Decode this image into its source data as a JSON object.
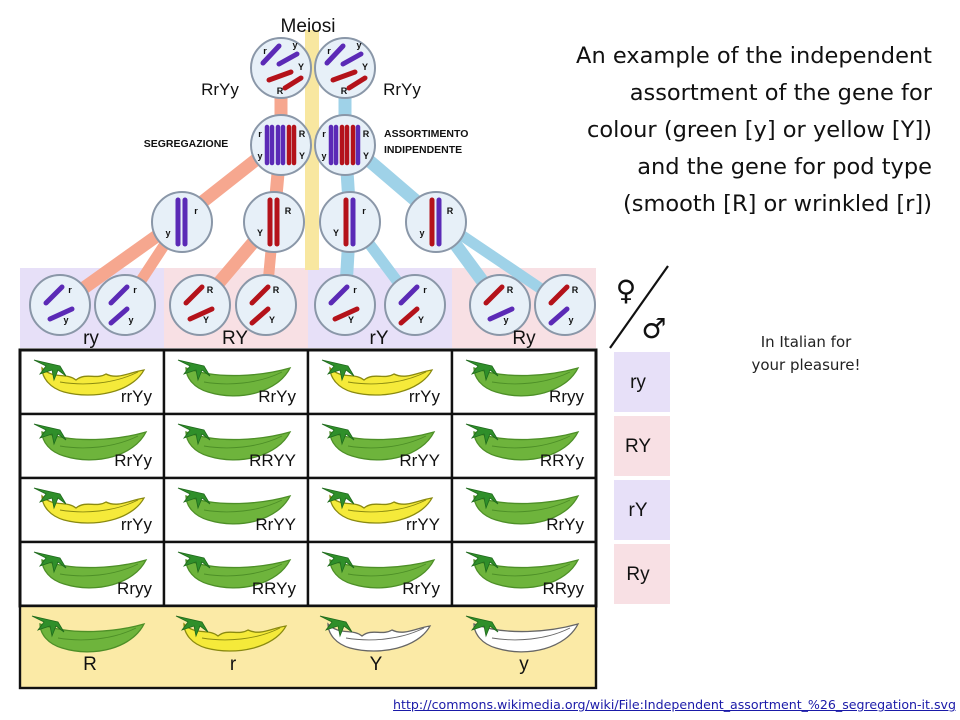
{
  "caption": {
    "lines": [
      "An example of the independent",
      "assortment of the gene for",
      "colour (green [y] or yellow [Y])",
      "and the gene for pod type",
      "(smooth [R] or wrinkled [r])"
    ]
  },
  "note": {
    "lines": [
      "In Italian for",
      "your pleasure!"
    ]
  },
  "source_link": "http://commons.wikimedia.org/wiki/File:Independent_assortment_%26_segregation-it.svg",
  "diagram": {
    "meiosis_label": "Meiosi",
    "parent_genotypes": [
      "RrYy",
      "RrYy"
    ],
    "segregation_label": "SEGREGAZIONE",
    "assortment_label": [
      "ASSORTIMENTO",
      "INDIPENDENTE"
    ],
    "cell_allele_labels": {
      "parent_left": [
        "r",
        "y",
        "Y",
        "R"
      ],
      "parent_right": [
        "r",
        "y",
        "Y",
        "R"
      ],
      "pair_left": [
        "r",
        "R",
        "y",
        "Y"
      ],
      "pair_right": [
        "r",
        "R",
        "y",
        "Y"
      ],
      "division_2": [
        [
          "r",
          "y"
        ],
        [
          "R",
          "Y"
        ],
        [
          "r",
          "Y"
        ],
        [
          "R",
          "y"
        ]
      ],
      "gametes": [
        [
          "r",
          "y"
        ],
        [
          "r",
          "y"
        ],
        [
          "R",
          "Y"
        ],
        [
          "R",
          "Y"
        ],
        [
          "r",
          "Y"
        ],
        [
          "r",
          "Y"
        ],
        [
          "R",
          "y"
        ],
        [
          "R",
          "y"
        ]
      ]
    },
    "female_symbol": "♀",
    "male_symbol": "♂",
    "gamete_columns": [
      "ry",
      "RY",
      "rY",
      "Ry"
    ],
    "gamete_rows": [
      "ry",
      "RY",
      "rY",
      "Ry"
    ],
    "grid_genotypes": [
      [
        "rrYy",
        "RrYy",
        "rrYy",
        "Rryy"
      ],
      [
        "RrYy",
        "RRYY",
        "RrYY",
        "RRYy"
      ],
      [
        "rrYy",
        "RrYY",
        "rrYY",
        "RrYy"
      ],
      [
        "Rryy",
        "RRYy",
        "RrYy",
        "RRyy"
      ]
    ],
    "grid_pod_colors": [
      [
        "yellow",
        "green",
        "yellow",
        "green"
      ],
      [
        "green",
        "green",
        "green",
        "green"
      ],
      [
        "yellow",
        "green",
        "yellow",
        "green"
      ],
      [
        "green",
        "green",
        "green",
        "green"
      ]
    ],
    "legend": [
      {
        "label": "R",
        "color": "green",
        "shape": "smooth"
      },
      {
        "label": "r",
        "color": "yellow",
        "shape": "wrinkled"
      },
      {
        "label": "Y",
        "color": "white",
        "shape": "wrinkled"
      },
      {
        "label": "y",
        "color": "white",
        "shape": "smooth"
      }
    ],
    "colors": {
      "segregation_band": "#f6a78f",
      "assortment_band": "#9fd2e8",
      "meiosis_band": "#f8e7a0",
      "purple_bg": "#e7e0f8",
      "pink_bg": "#f8e0e4",
      "legend_bg": "#fbeaa6",
      "chromosome_purple": "#5b2ab6",
      "chromosome_red": "#b4121a",
      "pod_green": "#6eb43c",
      "pod_green_dark": "#4d8f27",
      "pod_yellow": "#f5ea3a",
      "pod_white": "#ffffff",
      "calyx": "#2f8f2a",
      "cell_fill": "#e7f0f8",
      "cell_stroke": "#8a97a8"
    }
  }
}
